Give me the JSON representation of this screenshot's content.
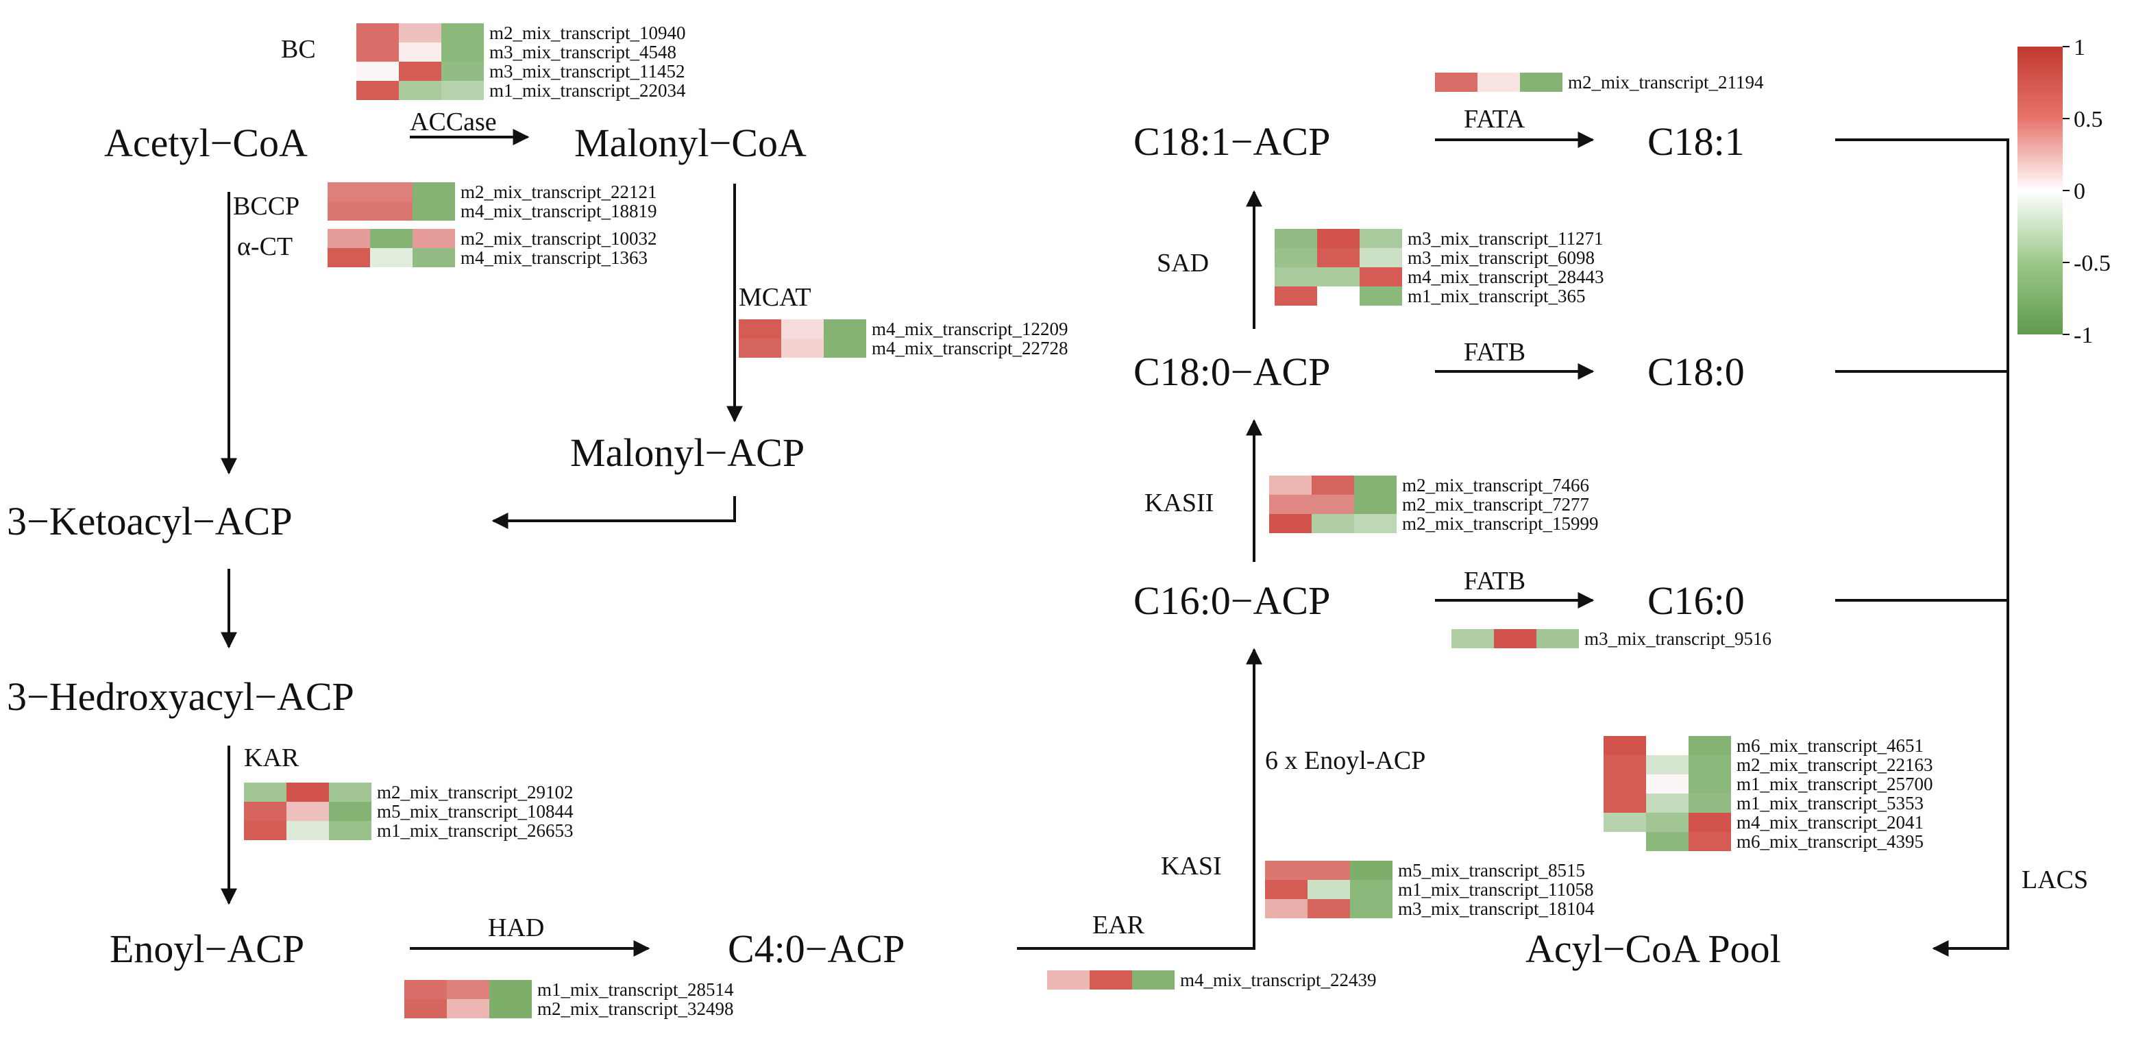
{
  "colors": {
    "high": "#cf4a42",
    "mid": "#ffffff",
    "low": "#6ea65a"
  },
  "nodes": {
    "acetyl_coa": "Acetyl−CoA",
    "malonyl_coa": "Malonyl−CoA",
    "malonyl_acp": "Malonyl−ACP",
    "ketoacyl": "3−Ketoacyl−ACP",
    "hydroxyacyl": "3−Hedroxyacyl−ACP",
    "enoyl": "Enoyl−ACP",
    "c4": "C4:0−ACP",
    "c16_acp": "C16:0−ACP",
    "c18_0_acp": "C18:0−ACP",
    "c18_1_acp": "C18:1−ACP",
    "c16": "C16:0",
    "c18_0": "C18:0",
    "c18_1": "C18:1",
    "acyl_pool": "Acyl−CoA Pool"
  },
  "enzymes": {
    "bc": "BC",
    "accase": "ACCase",
    "bccp": "BCCP",
    "act": "α-CT",
    "mcat": "MCAT",
    "kar": "KAR",
    "had": "HAD",
    "ear": "EAR",
    "kasi": "KASI",
    "enoyl6": "6 x Enoyl-ACP",
    "kasii": "KASII",
    "sad": "SAD",
    "fata": "FATA",
    "fatb1": "FATB",
    "fatb2": "FATB",
    "lacs": "LACS"
  },
  "colorbar": {
    "ticks": [
      "1",
      "0.5",
      "0",
      "-0.5",
      "-1"
    ],
    "values": [
      1,
      0.5,
      0,
      -0.5,
      -1
    ]
  },
  "heatmaps": [
    {
      "id": "bc",
      "rows": [
        {
          "label": "m2_mix_transcript_10940",
          "values": [
            0.8,
            0.35,
            -0.8
          ]
        },
        {
          "label": "m3_mix_transcript_4548",
          "values": [
            0.8,
            0.1,
            -0.8
          ]
        },
        {
          "label": "m3_mix_transcript_11452",
          "values": [
            0.05,
            0.9,
            -0.75
          ]
        },
        {
          "label": "m1_mix_transcript_22034",
          "values": [
            0.9,
            -0.6,
            -0.5
          ]
        }
      ]
    },
    {
      "id": "bccp",
      "rows": [
        {
          "label": "m2_mix_transcript_22121",
          "values": [
            0.7,
            0.7,
            -0.85
          ]
        },
        {
          "label": "m4_mix_transcript_18819",
          "values": [
            0.75,
            0.75,
            -0.85
          ]
        }
      ]
    },
    {
      "id": "act",
      "rows": [
        {
          "label": "m2_mix_transcript_10032",
          "values": [
            0.55,
            -0.85,
            0.55
          ]
        },
        {
          "label": "m4_mix_transcript_1363",
          "values": [
            0.9,
            -0.2,
            -0.75
          ]
        }
      ]
    },
    {
      "id": "mcat",
      "rows": [
        {
          "label": "m4_mix_transcript_12209",
          "values": [
            0.9,
            0.2,
            -0.85
          ]
        },
        {
          "label": "m4_mix_transcript_22728",
          "values": [
            0.85,
            0.25,
            -0.85
          ]
        }
      ]
    },
    {
      "id": "kar",
      "rows": [
        {
          "label": "m2_mix_transcript_29102",
          "values": [
            -0.65,
            0.95,
            -0.65
          ]
        },
        {
          "label": "m5_mix_transcript_10844",
          "values": [
            0.85,
            0.35,
            -0.85
          ]
        },
        {
          "label": "m1_mix_transcript_26653",
          "values": [
            0.9,
            -0.25,
            -0.7
          ]
        }
      ]
    },
    {
      "id": "had",
      "rows": [
        {
          "label": "m1_mix_transcript_28514",
          "values": [
            0.8,
            0.7,
            -0.9
          ]
        },
        {
          "label": "m2_mix_transcript_32498",
          "values": [
            0.85,
            0.4,
            -0.9
          ]
        }
      ]
    },
    {
      "id": "ear",
      "rows": [
        {
          "label": "m4_mix_transcript_22439",
          "values": [
            0.4,
            0.9,
            -0.85
          ]
        }
      ]
    },
    {
      "id": "kasi",
      "rows": [
        {
          "label": "m5_mix_transcript_8515",
          "values": [
            0.75,
            0.75,
            -0.9
          ]
        },
        {
          "label": "m1_mix_transcript_11058",
          "values": [
            0.9,
            -0.35,
            -0.8
          ]
        },
        {
          "label": "m3_mix_transcript_18104",
          "values": [
            0.45,
            0.85,
            -0.8
          ]
        }
      ]
    },
    {
      "id": "kasii",
      "rows": [
        {
          "label": "m2_mix_transcript_7466",
          "values": [
            0.4,
            0.85,
            -0.85
          ]
        },
        {
          "label": "m2_mix_transcript_7277",
          "values": [
            0.65,
            0.65,
            -0.85
          ]
        },
        {
          "label": "m2_mix_transcript_15999",
          "values": [
            0.95,
            -0.55,
            -0.45
          ]
        }
      ]
    },
    {
      "id": "sad",
      "rows": [
        {
          "label": "m3_mix_transcript_11271",
          "values": [
            -0.75,
            0.95,
            -0.6
          ]
        },
        {
          "label": "m3_mix_transcript_6098",
          "values": [
            -0.7,
            0.9,
            -0.35
          ]
        },
        {
          "label": "m4_mix_transcript_28443",
          "values": [
            -0.6,
            -0.6,
            0.9
          ]
        },
        {
          "label": "m1_mix_transcript_365",
          "values": [
            0.9,
            0.0,
            -0.8
          ]
        }
      ]
    },
    {
      "id": "fata",
      "rows": [
        {
          "label": "m2_mix_transcript_21194",
          "values": [
            0.8,
            0.15,
            -0.85
          ]
        }
      ]
    },
    {
      "id": "fatb16",
      "rows": [
        {
          "label": "m3_mix_transcript_9516",
          "values": [
            -0.55,
            0.95,
            -0.65
          ]
        }
      ]
    },
    {
      "id": "lacs",
      "rows": [
        {
          "label": "m6_mix_transcript_4651",
          "values": [
            0.95,
            0.0,
            -0.85
          ]
        },
        {
          "label": "m2_mix_transcript_22163",
          "values": [
            0.9,
            -0.3,
            -0.8
          ]
        },
        {
          "label": "m1_mix_transcript_25700",
          "values": [
            0.9,
            0.05,
            -0.8
          ]
        },
        {
          "label": "m1_mix_transcript_5353",
          "values": [
            0.9,
            -0.4,
            -0.75
          ]
        },
        {
          "label": "m4_mix_transcript_2041",
          "values": [
            -0.5,
            -0.65,
            0.95
          ]
        },
        {
          "label": "m6_mix_transcript_4395",
          "values": [
            0.0,
            -0.8,
            0.9
          ]
        }
      ]
    }
  ]
}
